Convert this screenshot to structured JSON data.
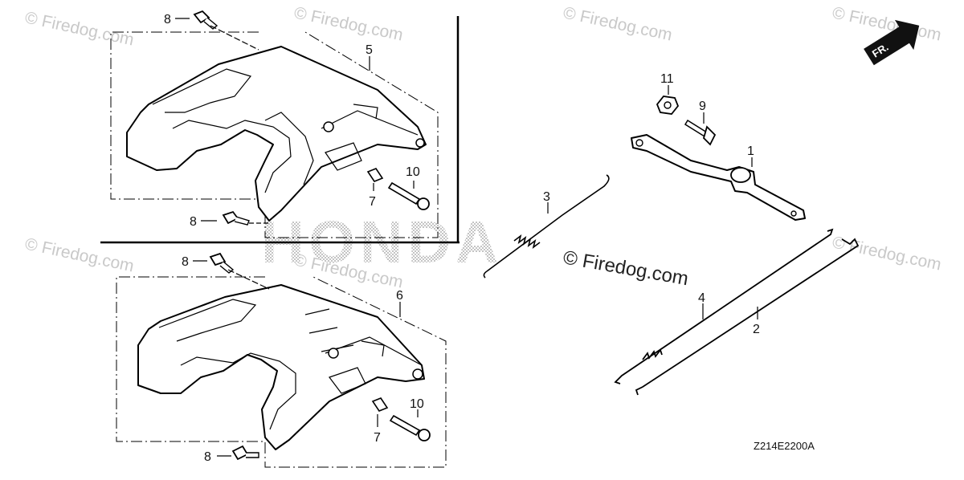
{
  "diagram": {
    "watermark": "© Firedog.com",
    "center_watermark": "© Firedog.com",
    "brand_mark": "HONDA",
    "direction_badge": "FR.",
    "drawing_code": "Z214E2200A",
    "callouts": [
      "8",
      "5",
      "7",
      "10",
      "8",
      "8",
      "6",
      "7",
      "10",
      "8",
      "3",
      "11",
      "9",
      "1",
      "4",
      "2"
    ]
  }
}
